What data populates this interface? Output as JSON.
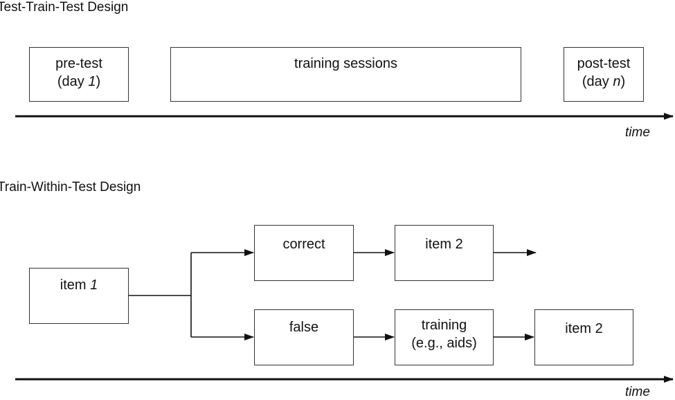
{
  "test_train_test": {
    "heading": "Test-Train-Test Design",
    "pre_test": {
      "line1": "pre-test",
      "line2_prefix": "(day ",
      "line2_var": "1",
      "line2_suffix": ")"
    },
    "training_sessions": "training sessions",
    "post_test": {
      "line1": "post-test",
      "line2_prefix": "(day ",
      "line2_var": "n",
      "line2_suffix": ")"
    },
    "time_label": "time"
  },
  "train_within_test": {
    "heading": "Train-Within-Test Design",
    "item1": {
      "text": "item ",
      "var": "1"
    },
    "correct": "correct",
    "item2_upper": "item 2",
    "false_label": "false",
    "training": {
      "line1": "training",
      "line2": "(e.g., aids)"
    },
    "item2_lower": "item 2",
    "time_label": "time"
  },
  "colors": {
    "line": "#111111",
    "box_border": "#333333",
    "background": "#ffffff"
  }
}
